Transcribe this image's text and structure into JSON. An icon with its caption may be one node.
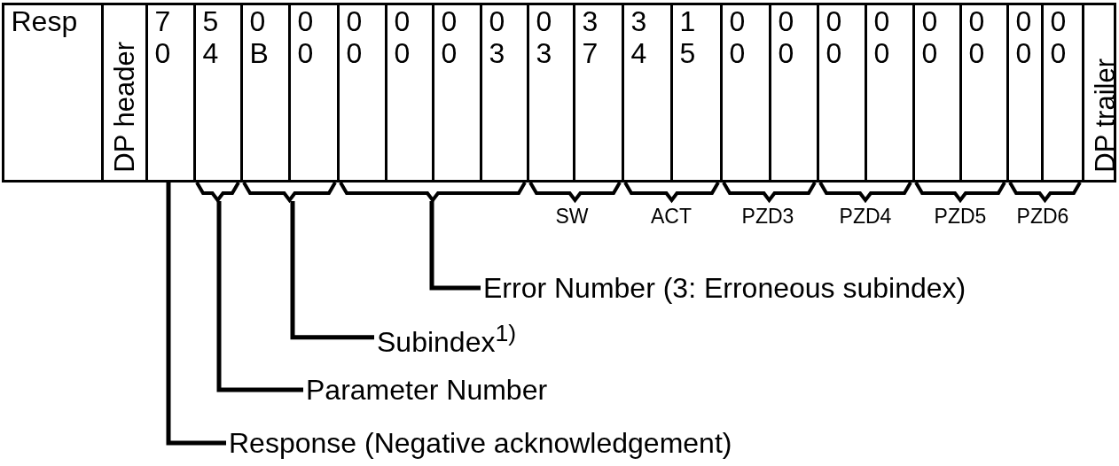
{
  "diagram": {
    "nodes": [
      {
        "text": [
          "Resp"
        ]
      },
      {
        "text": [
          "DP header"
        ]
      },
      {
        "text": [
          "7",
          "0"
        ]
      },
      {
        "text": [
          "5",
          "4"
        ]
      },
      {
        "text": [
          "0",
          "B"
        ]
      },
      {
        "text": [
          "0",
          "0"
        ]
      },
      {
        "text": [
          "0",
          "0"
        ]
      },
      {
        "text": [
          "0",
          "0"
        ]
      },
      {
        "text": [
          "0",
          "0"
        ]
      },
      {
        "text": [
          "0",
          "3"
        ]
      },
      {
        "text": [
          "0",
          "3"
        ]
      },
      {
        "text": [
          "3",
          "7"
        ]
      },
      {
        "text": [
          "3",
          "4"
        ]
      },
      {
        "text": [
          "1",
          "5"
        ]
      },
      {
        "text": [
          "0",
          "0"
        ]
      },
      {
        "text": [
          "0",
          "0"
        ]
      },
      {
        "text": [
          "0",
          "0"
        ]
      },
      {
        "text": [
          "0",
          "0"
        ]
      },
      {
        "text": [
          "0",
          "0"
        ]
      },
      {
        "text": [
          "0",
          "0"
        ]
      },
      {
        "text": [
          "0",
          "0"
        ]
      },
      {
        "text": [
          "0",
          "0"
        ]
      },
      {
        "text": [
          "DP trailer"
        ]
      },
      {
        "text": [],
        "shape": "bracket"
      },
      {
        "text": [],
        "shape": "bracket"
      },
      {
        "text": [],
        "shape": "bracket"
      },
      {
        "text": [
          "Error Number (3: Erroneous subindex)"
        ]
      },
      {
        "text": [
          "Subindex$^{1)}$"
        ]
      },
      {
        "text": [
          "Parameter Number"
        ]
      },
      {
        "text": [
          "Response (Negative acknowledgement)"
        ]
      }
    ],
    "edges": [
      {
        "from": 26,
        "to": 25,
        "arrow": "none"
      },
      {
        "from": 27,
        "to": 24,
        "arrow": "none"
      },
      {
        "from": 28,
        "to": 23,
        "arrow": "none"
      },
      {
        "from": 29,
        "to": 2,
        "arrow": "none"
      }
    ],
    "labels": [
      "SW",
      "ACT",
      "PZD3",
      "PZD4",
      "PZD5",
      "PZD6"
    ]
  }
}
